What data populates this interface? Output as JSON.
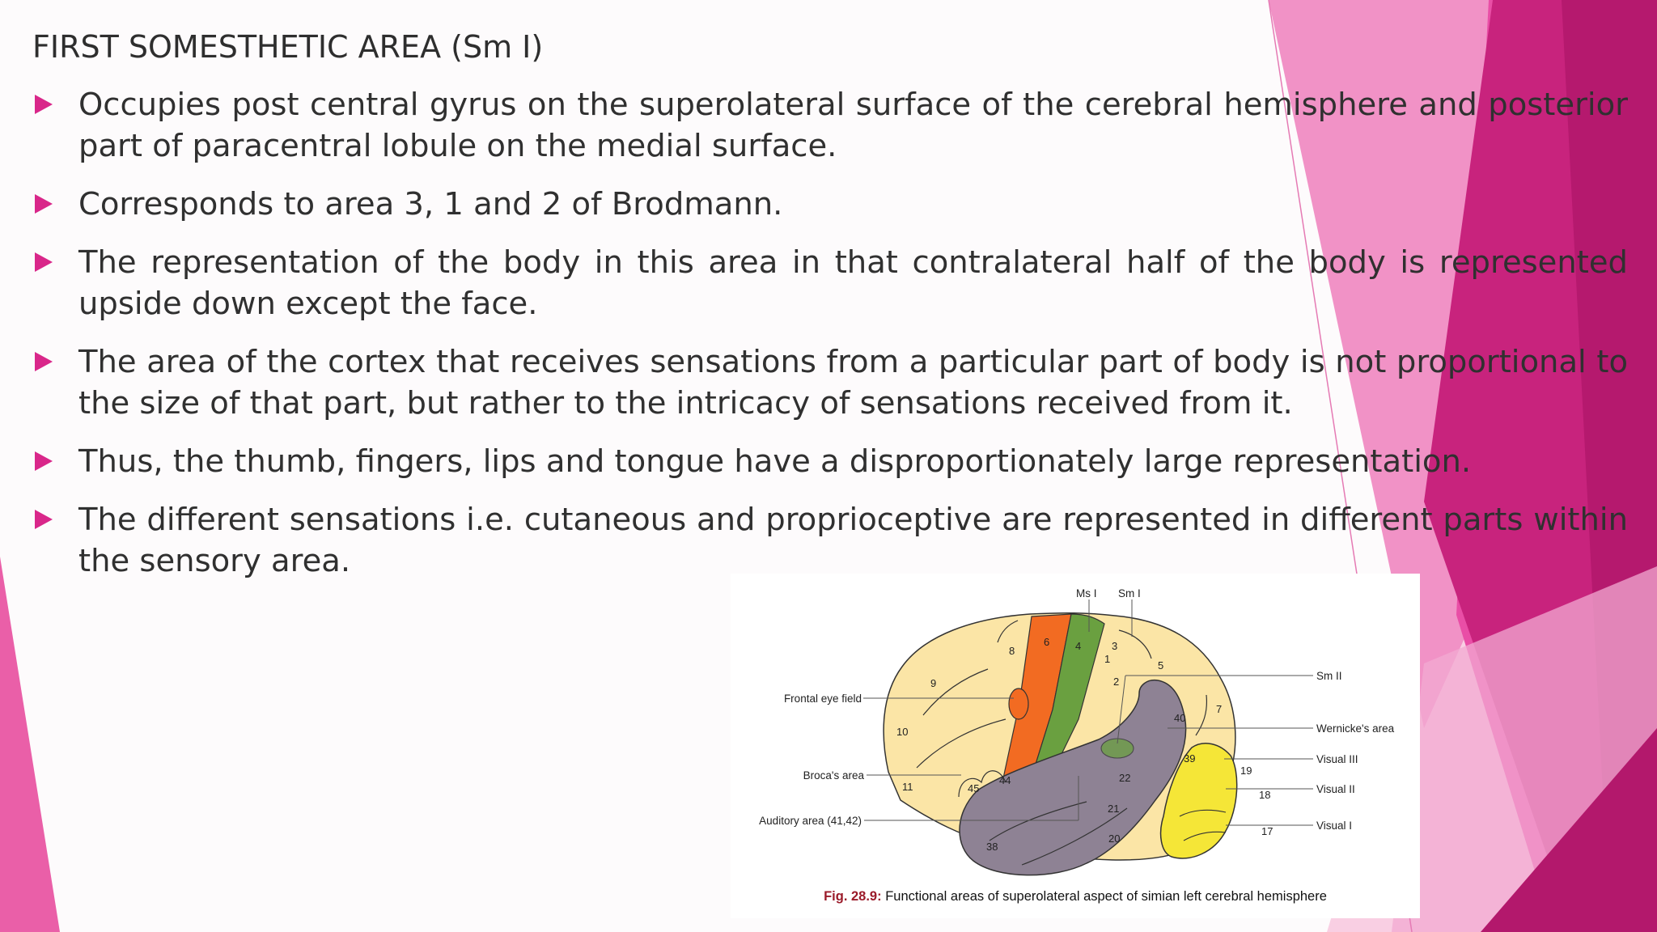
{
  "slide": {
    "title": "FIRST SOMESTHETIC AREA (Sm I)",
    "bullets": [
      "Occupies post central gyrus on the superolateral surface of the cerebral hemisphere and posterior part of paracentral lobule on the medial surface.",
      "Corresponds to area 3, 1 and 2 of Brodmann.",
      "The representation of the body in this area in that contralateral half of the body is represented upside down except the face.",
      "The area of the cortex that receives sensations from a particular part of body is not proportional to the size of that part, but rather to the intricacy of sensations received from it.",
      "Thus, the thumb, fingers, lips and tongue have a disproportionately large representation.",
      "The different sensations i.e. cutaneous and proprioceptive are represented in different parts within the sensory area."
    ]
  },
  "figure": {
    "caption_number": "Fig. 28.9:",
    "caption_text": " Functional areas of superolateral aspect of simian left cerebral hemisphere",
    "top_labels": {
      "ms1": "Ms I",
      "sm1": "Sm I"
    },
    "left_labels": {
      "frontal_eye_field": "Frontal eye field",
      "brocas_area": "Broca's area",
      "auditory_area": "Auditory area (41,42)"
    },
    "right_labels": {
      "sm2": "Sm II",
      "wernicke": "Wernicke's area",
      "visual3": "Visual III",
      "visual2": "Visual II",
      "visual1": "Visual I"
    },
    "area_numbers": {
      "a8": "8",
      "a6": "6",
      "a4": "4",
      "a3": "3",
      "a1": "1",
      "a2": "2",
      "a5": "5",
      "a9": "9",
      "a10": "10",
      "a40": "40",
      "a7": "7",
      "a39": "39",
      "a19": "19",
      "a18": "18",
      "a17": "17",
      "a44": "44",
      "a45": "45",
      "a11": "11",
      "a22": "22",
      "a21": "21",
      "a20": "20",
      "a38": "38"
    },
    "colors": {
      "cortex": "#fbe5a6",
      "motor": "#f26b22",
      "sensory": "#6aa040",
      "temporal": "#8e8294",
      "visual": "#f5e637",
      "eye_field": "#f26b22"
    }
  },
  "theme": {
    "accent": "#d9278a",
    "magenta_dark": "#b5196e",
    "pink_light": "#f3a6cf"
  }
}
